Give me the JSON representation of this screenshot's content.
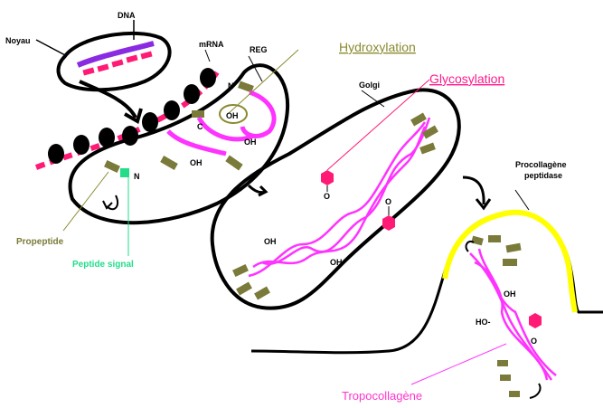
{
  "labels": {
    "dna": "DNA",
    "noyau": "Noyau",
    "mrna": "mRNA",
    "reg": "REG",
    "hydroxylation": "Hydroxylation",
    "glycosylation": "Glycosylation",
    "golgi": "Golgi",
    "procollagene_1": "Procollagène",
    "procollagene_2": "peptidase",
    "propeptide": "Propeptide",
    "peptide_signal": "Peptide signal",
    "tropocollagene": "Tropocollagène",
    "n1": "N",
    "n2": "N",
    "c": "C",
    "oh1": "OH",
    "oh2": "OH",
    "oh3": "OH",
    "oh4": "OH",
    "oh5": "OH",
    "oh6": "OH",
    "ho": "HO-",
    "o1": "O",
    "o2": "O",
    "o3": "O"
  },
  "colors": {
    "collagen": "#ff33ff",
    "sugar": "#ff1a75",
    "propeptide": "#7a7a3a",
    "signal": "#22dd88",
    "membrane_yellow": "#ffff00",
    "dna": "#8a2be2",
    "ribosome": "#000000"
  }
}
